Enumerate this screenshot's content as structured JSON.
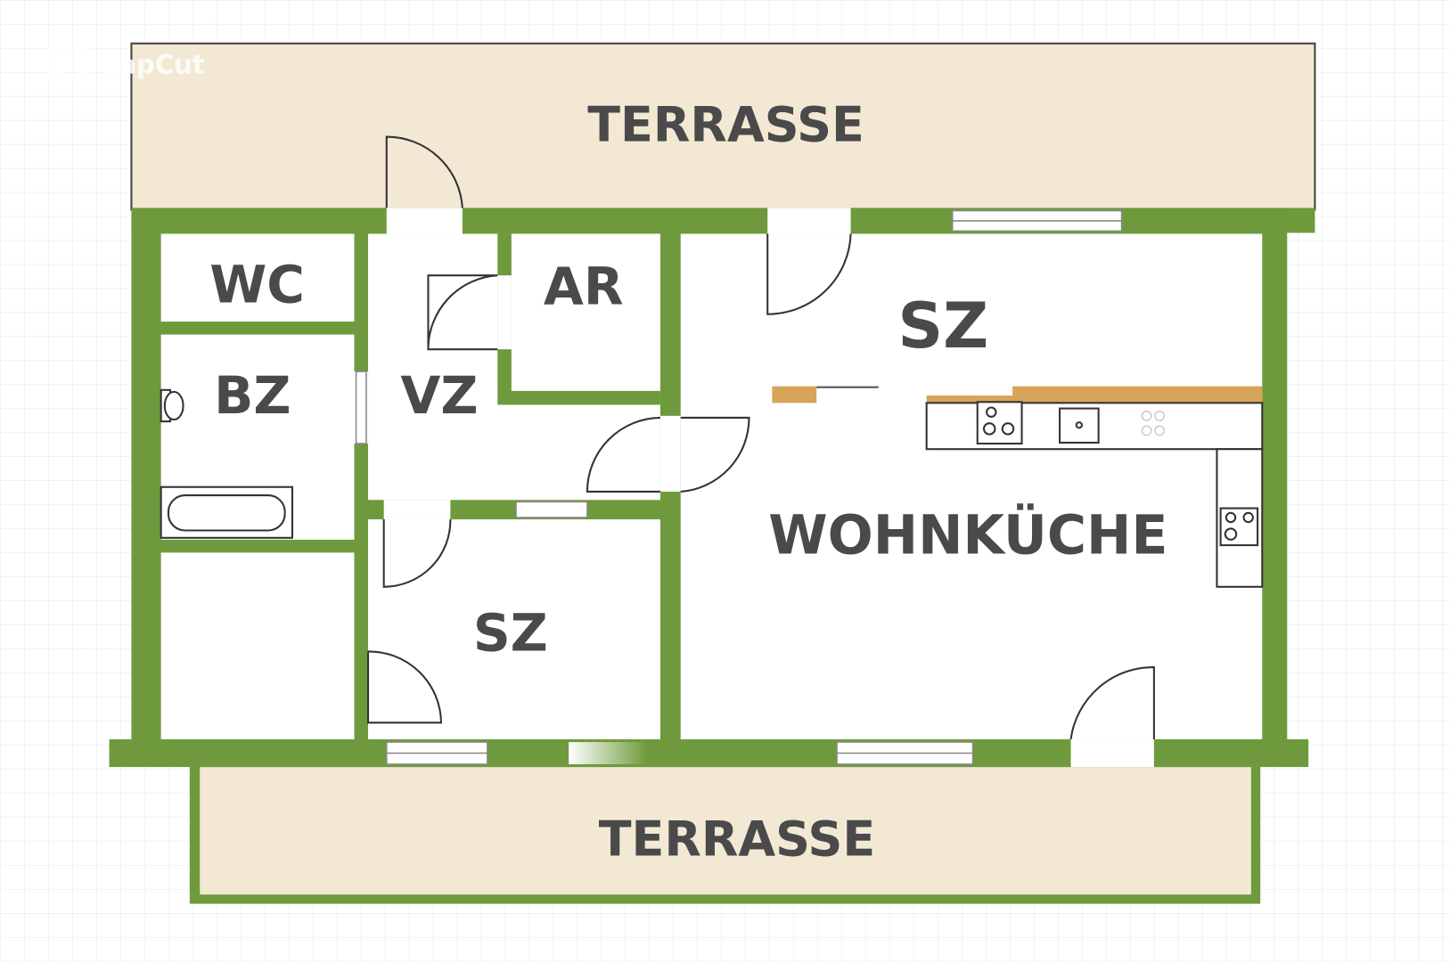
{
  "watermark": {
    "text": "CapCut"
  },
  "colors": {
    "wall": "#6e9a3d",
    "terrace": "#f3e8d4",
    "label": "#4a4a4a",
    "grid": "#e6e6ee",
    "counter": "#d9a35a"
  },
  "rooms": {
    "terrace_top": "TERRASSE",
    "terrace_bottom": "TERRASSE",
    "wc": "WC",
    "bz": "BZ",
    "vz": "VZ",
    "ar": "AR",
    "sz_top": "SZ",
    "sz_small": "SZ",
    "wohnkueche": "WOHNKÜCHE"
  }
}
